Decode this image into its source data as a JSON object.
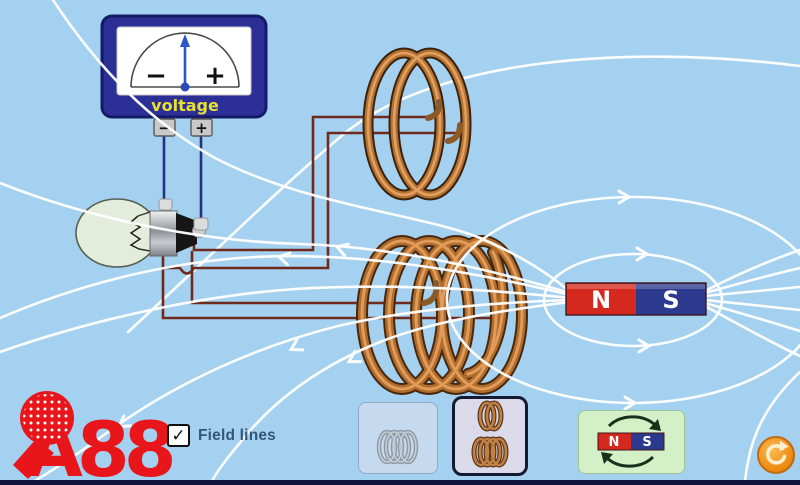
{
  "scene": {
    "background_color": "#a5d1f0",
    "field_line_color": "#ffffff"
  },
  "voltmeter": {
    "label": "voltage",
    "scale_minus": "−",
    "scale_plus": "+",
    "terminal_minus": "−",
    "terminal_plus": "+"
  },
  "magnet": {
    "north": "N",
    "south": "S"
  },
  "controls": {
    "field_lines": {
      "label": "Field lines",
      "checked": true,
      "checkmark": "✓"
    },
    "coil_buttons": {
      "one_coil_selected": false,
      "two_coils_selected": true
    },
    "flip_magnet": {
      "north": "N",
      "south": "S"
    }
  },
  "logo": {
    "text": "A88"
  },
  "colors": {
    "magnet_north": "#d5281e",
    "magnet_south": "#2b3a8f",
    "copper": "#b06c2c",
    "wire_maroon": "#6e2a1c",
    "wire_navy": "#26307e",
    "voltmeter_body": "#2b2f96",
    "voltage_label": "#e8e030",
    "reset_orange": "#ef9016",
    "flip_bg": "#d4f0c6",
    "selected_border": "#131a33",
    "logo_red": "#e8151a"
  }
}
